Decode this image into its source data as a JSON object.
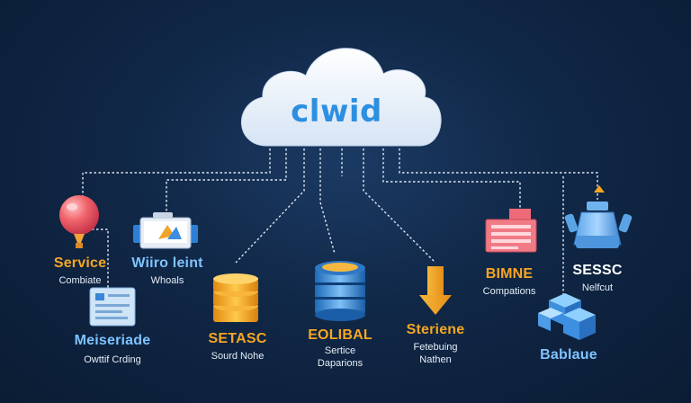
{
  "cloud": {
    "label": "clwid"
  },
  "nodes": [
    {
      "id": "service",
      "title": "Service",
      "subtitle": "Combiate",
      "icon": "balloon-icon"
    },
    {
      "id": "wiro",
      "title": "Wiiro leint",
      "subtitle": "Whoals",
      "icon": "monitor-icon"
    },
    {
      "id": "meiseriade",
      "title": "Meiseriade",
      "subtitle": "Owttif Crding",
      "icon": "document-panel-icon"
    },
    {
      "id": "setasc",
      "title": "SETASC",
      "subtitle": "Sourd Nohe",
      "icon": "database-stack-icon"
    },
    {
      "id": "eolibal",
      "title": "EOLIBAL",
      "subtitle": "Sertice",
      "subtitle2": "Daparions",
      "icon": "storage-drum-icon"
    },
    {
      "id": "steriene",
      "title": "Steriene",
      "subtitle": "Fetebuing",
      "subtitle2": "Nathen",
      "icon": "down-arrow-icon"
    },
    {
      "id": "bimne",
      "title": "BIMNE",
      "subtitle": "Compations",
      "icon": "server-rack-icon"
    },
    {
      "id": "sessc",
      "title": "SESSC",
      "subtitle": "Nelfcut",
      "icon": "robot-icon"
    },
    {
      "id": "bablaue",
      "title": "Bablaue",
      "icon": "cube-cluster-icon"
    }
  ],
  "colors": {
    "background": "#0f2544",
    "accent_orange": "#f5a623",
    "accent_blue": "#7fc3ff",
    "cloud_fill": "#e9f1fb",
    "cloud_text": "#2d8fe0",
    "connector": "#dfe8f4"
  }
}
